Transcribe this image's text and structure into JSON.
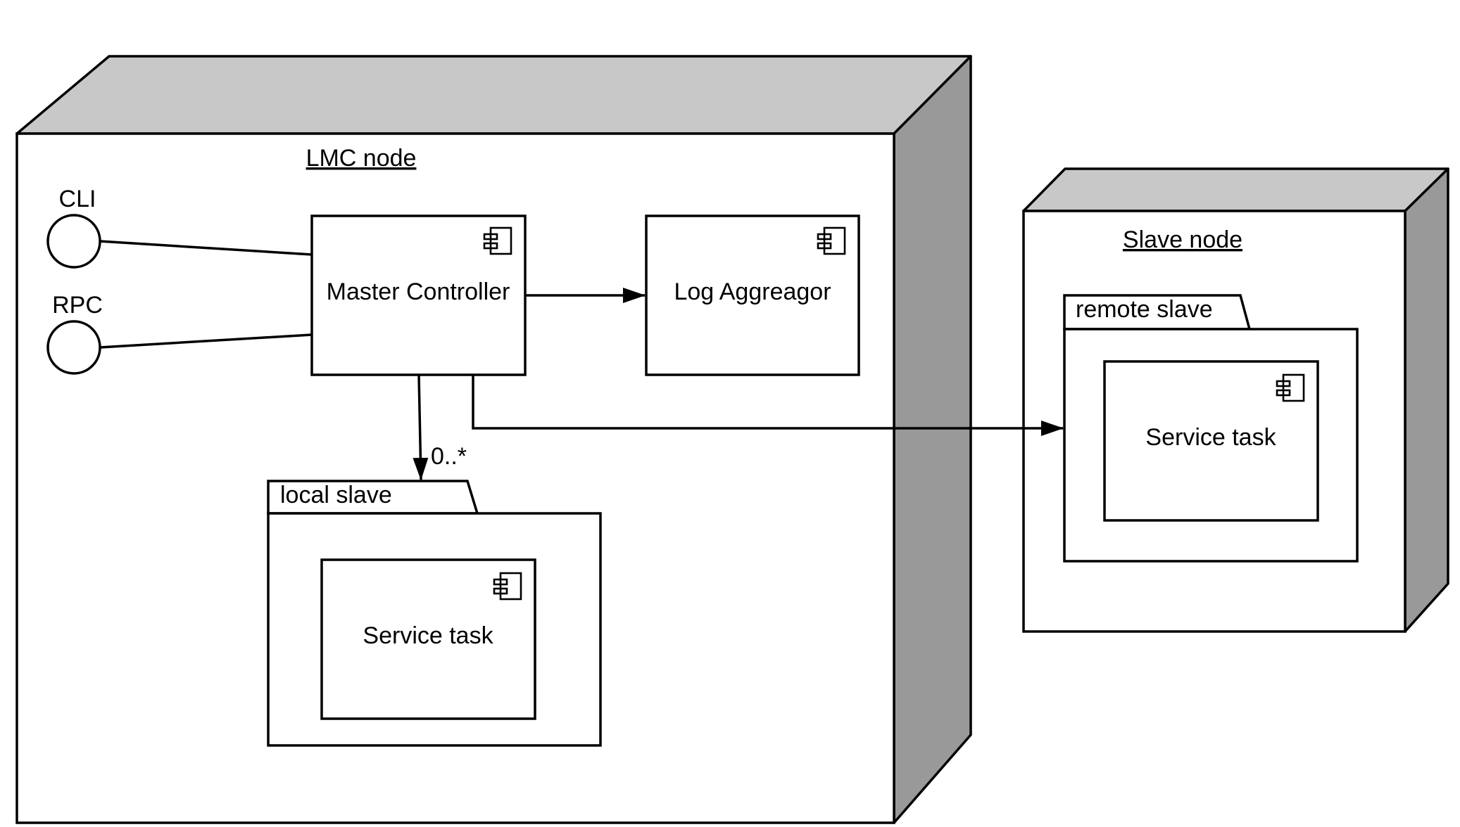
{
  "diagram": {
    "type": "UML deployment diagram",
    "colors": {
      "node_top": "#c8c8c8",
      "node_side": "#999999",
      "node_front": "#ffffff",
      "line": "#000000"
    },
    "lmc_node": {
      "title": "LMC node"
    },
    "slave_node": {
      "title": "Slave node"
    },
    "interfaces": {
      "cli": "CLI",
      "rpc": "RPC"
    },
    "components": {
      "master_controller": "Master Controller",
      "log_aggregator": "Log Aggreagor",
      "local_service_task": "Service task",
      "remote_service_task": "Service task"
    },
    "packages": {
      "local_slave": "local slave",
      "remote_slave": "remote slave"
    },
    "multiplicity": "0..*",
    "icons": {
      "component": "component-icon"
    }
  }
}
